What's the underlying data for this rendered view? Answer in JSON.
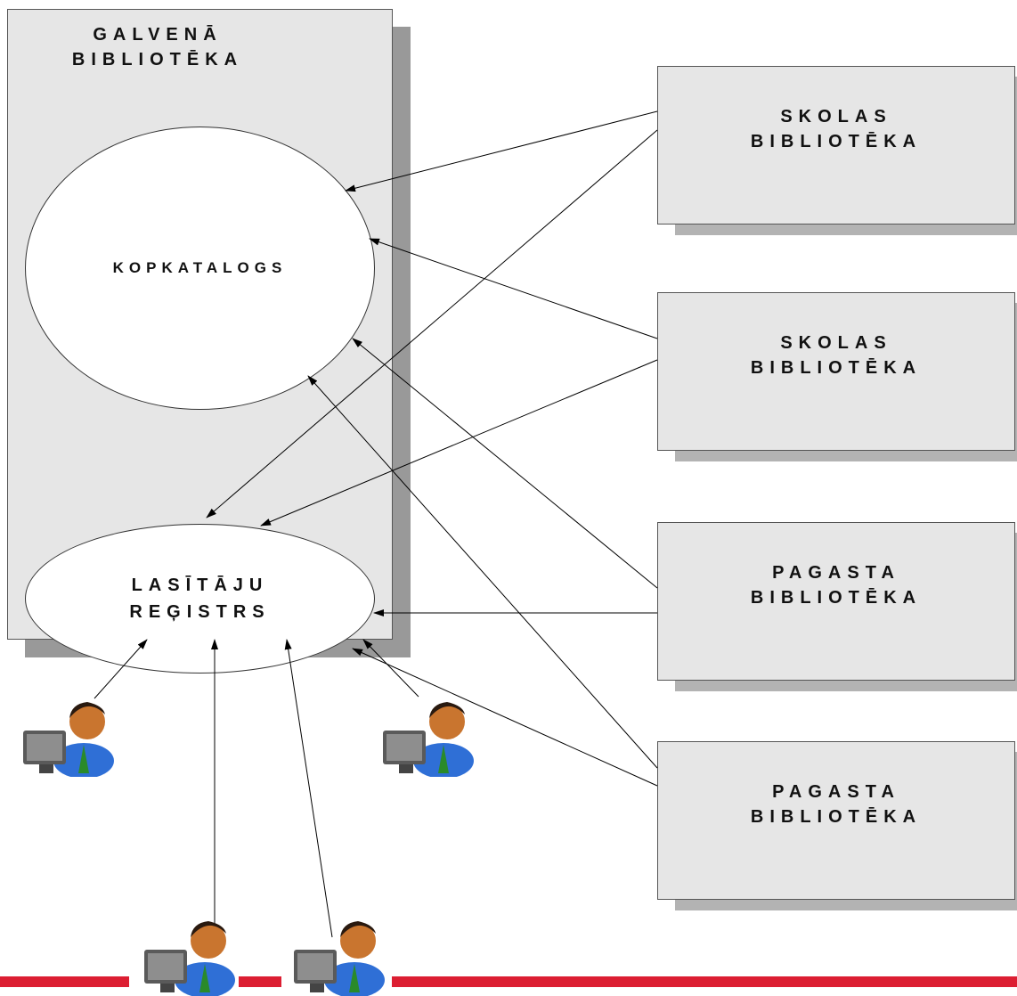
{
  "main_library": {
    "title_line1": "GALVENĀ",
    "title_line2": "BIBLIOTĒKA",
    "catalog": "KOPKATALOGS",
    "registry_line1": "LASĪTĀJU",
    "registry_line2": "REĢISTRS"
  },
  "branches": [
    {
      "line1": "SKOLAS",
      "line2": "BIBLIOTĒKA"
    },
    {
      "line1": "SKOLAS",
      "line2": "BIBLIOTĒKA"
    },
    {
      "line1": "PAGASTA",
      "line2": "BIBLIOTĒKA"
    },
    {
      "line1": "PAGASTA",
      "line2": "BIBLIOTĒKA"
    }
  ],
  "users": [
    "user-icon",
    "user-icon",
    "user-icon",
    "user-icon"
  ],
  "colors": {
    "accent_bar": "#dc1e32",
    "box_fill": "#e6e6e6",
    "shadow": "#999999"
  }
}
